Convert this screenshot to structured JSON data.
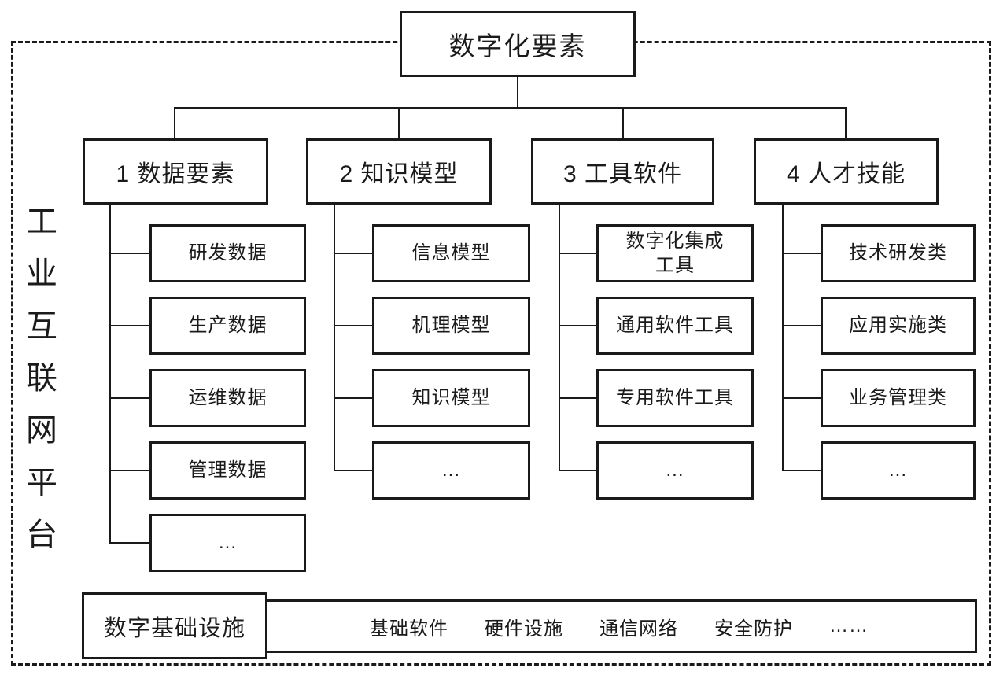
{
  "diagram": {
    "title": "数字化要素",
    "platform": {
      "label": "工业互联网平台",
      "chars": [
        "工",
        "业",
        "互",
        "联",
        "网",
        "平",
        "台"
      ]
    },
    "branches": [
      {
        "label": "1 数据要素",
        "children": [
          "研发数据",
          "生产数据",
          "运维数据",
          "管理数据",
          "..."
        ]
      },
      {
        "label": "2 知识模型",
        "children": [
          "信息模型",
          "机理模型",
          "知识模型",
          "..."
        ]
      },
      {
        "label": "3 工具软件",
        "children": [
          "数字化集成\n工具",
          "通用软件工具",
          "专用软件工具",
          "..."
        ]
      },
      {
        "label": "4 人才技能",
        "children": [
          "技术研发类",
          "应用实施类",
          "业务管理类",
          "..."
        ]
      }
    ],
    "infrastructure": {
      "label": "数字基础设施",
      "items": [
        "基础软件",
        "硬件设施",
        "通信网络",
        "安全防护",
        "……"
      ]
    },
    "colors": {
      "line": "#1a1a1a",
      "background": "#ffffff"
    }
  }
}
